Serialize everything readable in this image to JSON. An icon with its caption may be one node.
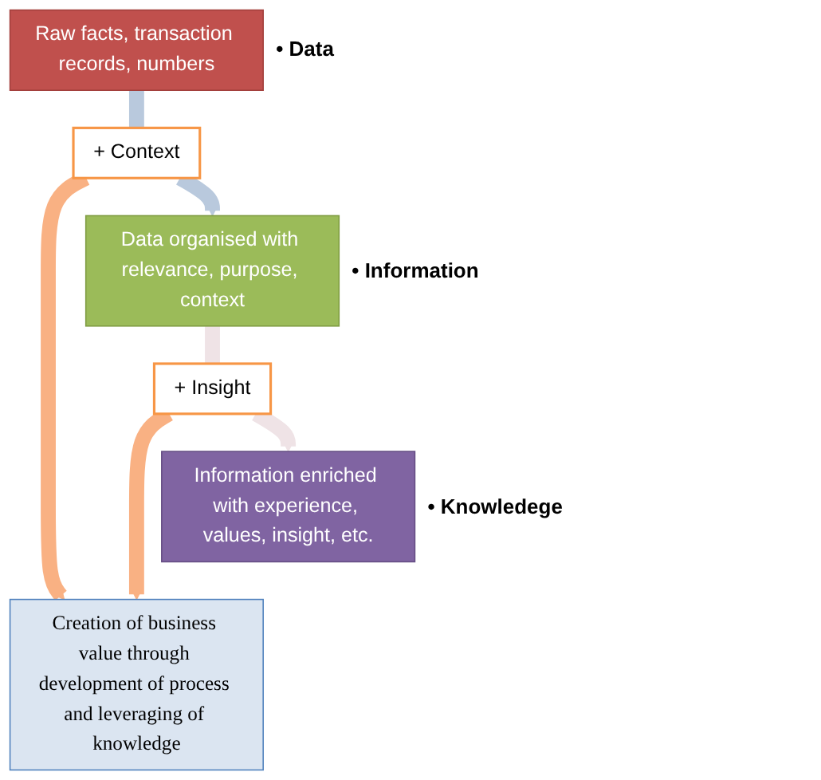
{
  "diagram": {
    "nodes": [
      {
        "text": [
          "Raw facts, transaction records, numbers"
        ],
        "beside": [
          "• Data"
        ]
      },
      {
        "text": [
          "+ Context"
        ]
      },
      {
        "text": [
          "Data organised with relevance, purpose, context"
        ],
        "beside": [
          "• Information"
        ]
      },
      {
        "text": [
          "+ Insight"
        ]
      },
      {
        "text": [
          "Information enriched with experience, values, insight, etc."
        ],
        "beside": [
          "• Knowledege"
        ]
      },
      {
        "text": [
          "Creation of business value through development of process and leveraging of knowledge"
        ]
      }
    ],
    "edges": [
      {
        "from": 0,
        "to": 1,
        "arrow": "none",
        "color": "#b9c9dd"
      },
      {
        "from": 1,
        "to": 2,
        "arrow": "to",
        "color": "#b9c9dd"
      },
      {
        "from": 2,
        "to": 3,
        "arrow": "none",
        "color": "#efe3e6"
      },
      {
        "from": 3,
        "to": 4,
        "arrow": "to",
        "color": "#efe3e6"
      },
      {
        "from": 1,
        "to": 5,
        "arrow": "to",
        "color": "#f9b183"
      },
      {
        "from": 3,
        "to": 5,
        "arrow": "to",
        "color": "#f9b183"
      }
    ]
  }
}
